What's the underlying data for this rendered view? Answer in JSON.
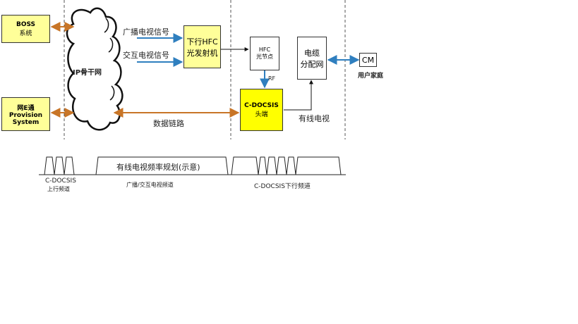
{
  "boss": {
    "title": "BOSS",
    "subtitle": "系统"
  },
  "provision": {
    "line1": "网E通",
    "line2": "Provision",
    "line3": "System"
  },
  "cloud": {
    "label": "IP骨干网"
  },
  "signals": {
    "broadcast": "广播电视信号",
    "interactive": "交互电视信号"
  },
  "hfc_tx": {
    "line1": "下行HFC",
    "line2": "光发射机"
  },
  "hfc_node": {
    "line1": "HFC",
    "line2": "光节点"
  },
  "rf_label": "RF",
  "distribution": {
    "line1": "电缆",
    "line2": "分配网"
  },
  "cm": {
    "label": "CM"
  },
  "home_label": "用户家庭",
  "docsis_head": {
    "line1": "C-DOCSIS",
    "line2": "头端"
  },
  "data_link": "数据链路",
  "cable_tv": "有线电视",
  "spectrum": {
    "title": "有线电视频率规划(示意)",
    "upstream_line1": "C-DOCSIS",
    "upstream_line2": "上行频道",
    "broadcast_channels": "广播/交互电视频道",
    "downstream": "C-DOCSIS下行频道"
  },
  "colors": {
    "orange_arrow": "#c87527",
    "blue_arrow": "#2f7fbf",
    "yellow_box": "#ffff99",
    "docsis_box": "#ffff00"
  }
}
